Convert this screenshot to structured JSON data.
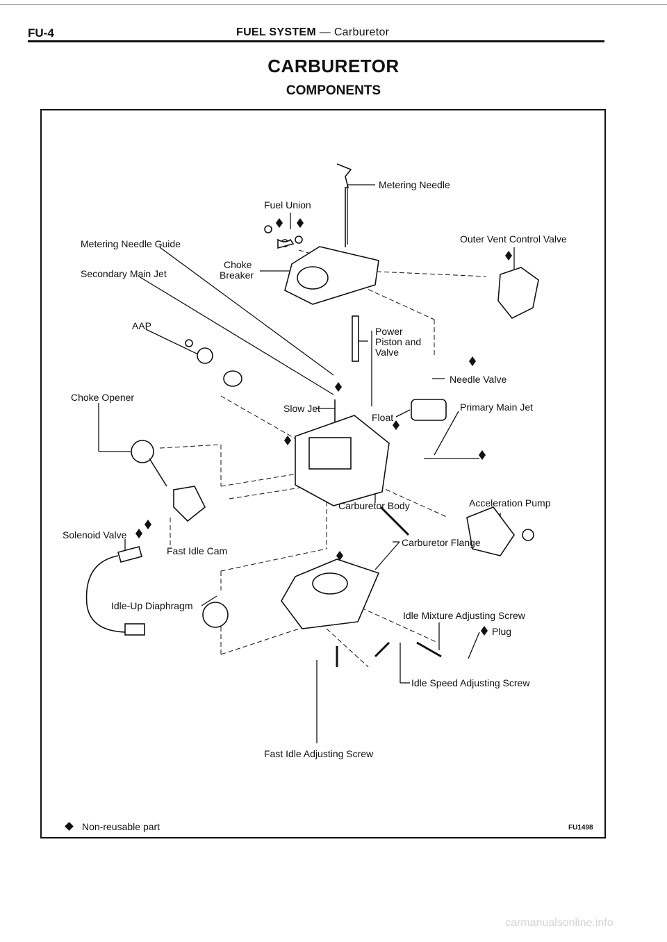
{
  "header": {
    "page_id": "FU-4",
    "section": "FUEL SYSTEM",
    "separator": " — ",
    "subsection": "Carburetor"
  },
  "title": "CARBURETOR",
  "subtitle": "COMPONENTS",
  "labels": {
    "metering_needle": "Metering Needle",
    "fuel_union": "Fuel Union",
    "metering_needle_guide": "Metering Needle Guide",
    "outer_vent_control_valve": "Outer Vent Control Valve",
    "secondary_main_jet": "Secondary Main Jet",
    "choke": "Choke",
    "breaker": "Breaker",
    "aap": "AAP",
    "power": "Power",
    "piston_and": "Piston and",
    "valve": "Valve",
    "needle_valve": "Needle Valve",
    "choke_opener": "Choke Opener",
    "slow_jet": "Slow Jet",
    "float": "Float",
    "primary_main_jet": "Primary Main Jet",
    "carburetor_body": "Carburetor Body",
    "acceleration_pump": "Acceleration Pump",
    "solenoid_valve": "Solenoid Valve",
    "fast_idle_cam": "Fast Idle Cam",
    "carburetor_flange": "Carburetor Flange",
    "idle_up_diaphragm": "Idle-Up Diaphragm",
    "idle_mixture_adjusting_screw": "Idle Mixture Adjusting Screw",
    "plug": "Plug",
    "idle_speed_adjusting_screw": "Idle Speed Adjusting Screw",
    "fast_idle_adjusting_screw": "Fast Idle Adjusting Screw"
  },
  "legend": {
    "text": "Non-reusable part",
    "icon": "diamond-icon"
  },
  "figure_code": "FU1498",
  "watermark": "carmanualsonline.info"
}
